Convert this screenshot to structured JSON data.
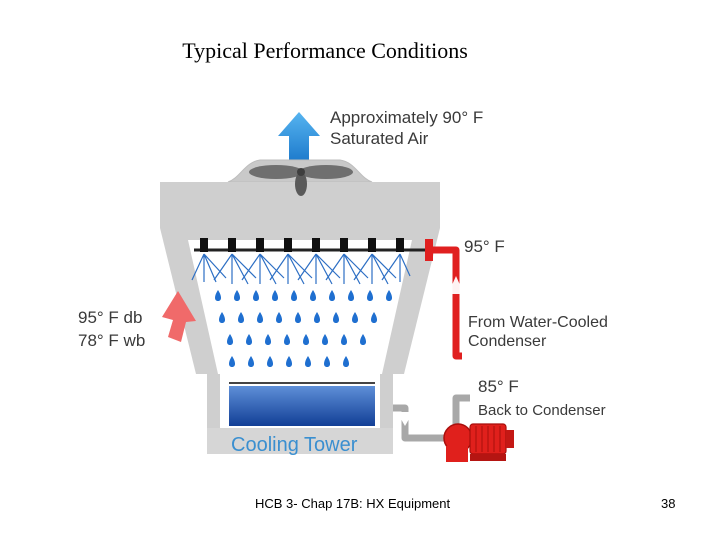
{
  "slide": {
    "title": "Typical Performance Conditions",
    "footer": "HCB 3- Chap 17B: HX Equipment",
    "page_number": "38"
  },
  "diagram": {
    "exhaust_label_line1": "Approximately 90° F",
    "exhaust_label_line2": "Saturated Air",
    "inlet_water_temp": "95° F",
    "inlet_source_line1": "From Water-Cooled",
    "inlet_source_line2": "Condenser",
    "outlet_water_temp": "85° F",
    "outlet_destination": "Back to Condenser",
    "air_inlet_db": "95° F db",
    "air_inlet_wb": "78° F wb",
    "tower_label": "Cooling Tower"
  },
  "colors": {
    "exhaust_arrow": "#2f8fd8",
    "hot_water_pipe": "#e02020",
    "cold_water_pipe": "#a8a8a8",
    "inlet_air_arrow": "#f06a6a",
    "droplet": "#1f6fd0",
    "basin_water": "#1c55b0",
    "tower_label": "#3a8fd0",
    "pump": "#e0201c"
  }
}
